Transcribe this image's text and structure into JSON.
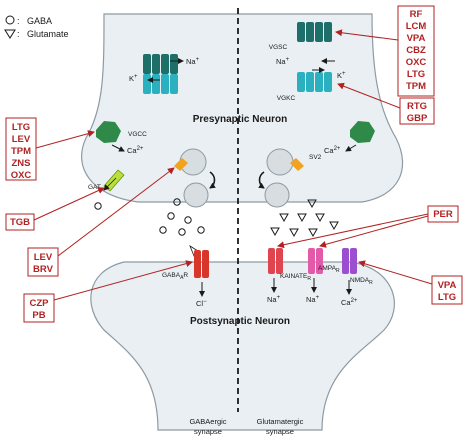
{
  "legend": {
    "gaba": {
      "symbol": "○ :",
      "label": "GABA"
    },
    "glutamate": {
      "symbol": "▽ :",
      "label": "Glutamate"
    }
  },
  "neurons": {
    "presynaptic": "Presynaptic Neuron",
    "postsynaptic": "Postsynaptic Neuron"
  },
  "synapses": {
    "gabaergic": [
      "GABAergic",
      "synapse"
    ],
    "glutamatergic": [
      "Glutamatergic",
      "synapse"
    ]
  },
  "channels": {
    "vgsc": "VGSC",
    "vgkc": "VGKC",
    "vgcc": "VGCC",
    "gat": "GAT",
    "sv2": "SV2",
    "gabaa": {
      "base": "GABA",
      "sub": "A",
      "tail": "R"
    },
    "kainate": {
      "base": "KAINATE",
      "sub": "R"
    },
    "ampa": {
      "base": "AMPA",
      "sub": "R"
    },
    "nmda": {
      "base": "NMDA",
      "sub": "R"
    }
  },
  "ions": {
    "na": "Na",
    "k": "K",
    "ca": "Ca",
    "cl": "Cl",
    "plus": "+",
    "minus": "−",
    "two_plus": "2+"
  },
  "drug_boxes": {
    "vgsc_drugs": [
      "RF",
      "LCM",
      "VPA",
      "CBZ",
      "OXC",
      "LTG",
      "TPM"
    ],
    "vgkc_drugs": [
      "RTG",
      "GBP"
    ],
    "vgcc_drugs": [
      "LTG",
      "LEV",
      "TPM",
      "ZNS",
      "OXC"
    ],
    "gat_drugs": [
      "TGB"
    ],
    "sv2_drugs": [
      "LEV",
      "BRV"
    ],
    "ampa_drugs": [
      "PER"
    ],
    "nmda_drugs": [
      "VPA",
      "LTG"
    ],
    "gabaa_drugs": [
      "CZP",
      "PB"
    ]
  },
  "colors": {
    "neuron_fill": "#e9eff3",
    "neuron_stroke": "#8e9aa3",
    "drug_red": "#b22222",
    "vgsc": "#1e6f6a",
    "vgkc": "#2bb0c0",
    "vgcc": "#2f8a4a",
    "gat": "#b8e03a",
    "sv2": "#f2a31b",
    "gabaa": "#d9362b",
    "kainate": "#e0454f",
    "ampa": "#e35aa8",
    "nmda": "#9b4fd0"
  }
}
